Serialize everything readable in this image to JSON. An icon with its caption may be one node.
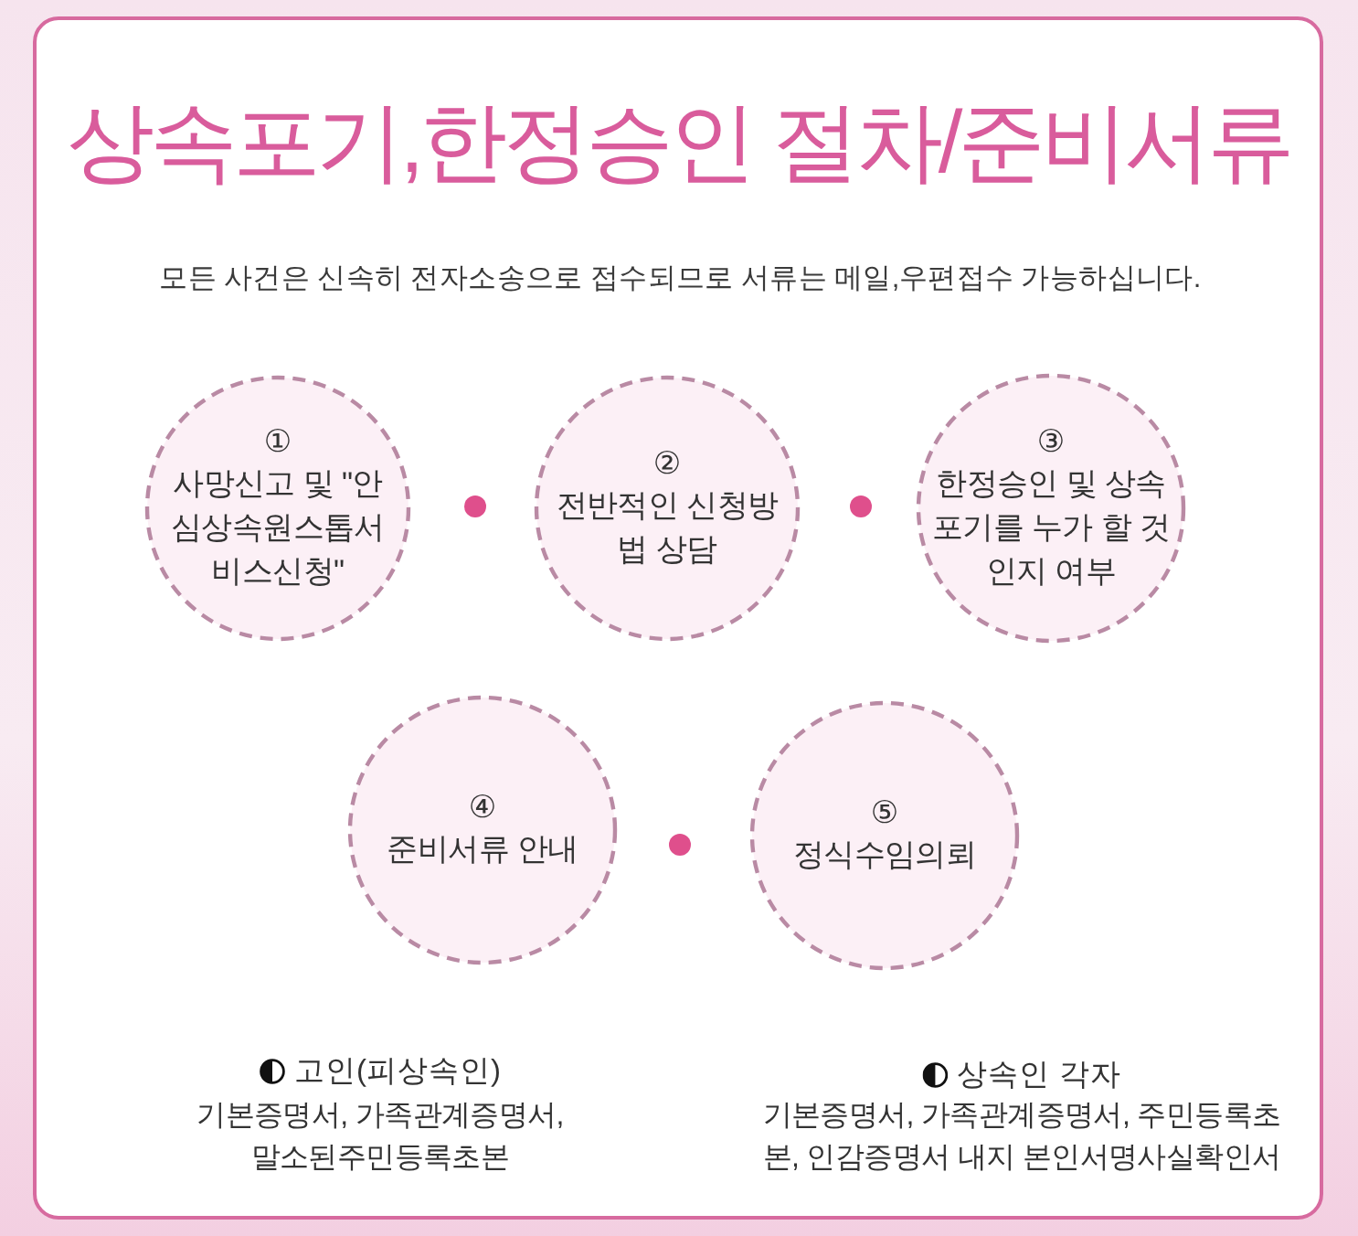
{
  "diagram": {
    "title": "상속포기,한정승인 절차/준비서류",
    "nodes": [
      {
        "text": [
          "①",
          "사망신고 및 \"안심상속원스톱서비스신청\""
        ]
      },
      {
        "text": [
          "②",
          "전반적인 신청방법 상담"
        ]
      },
      {
        "text": [
          "③",
          "한정승인 및 상속포기를 누가 할 것인지 여부"
        ]
      },
      {
        "text": [
          "④",
          "준비서류 안내"
        ]
      },
      {
        "text": [
          "⑤",
          "정식수임의뢰"
        ]
      }
    ],
    "labels": [
      "모든 사건은 신속히 전자소송으로 접수되므로 서류는 메일,우편접수 가능하십니다.",
      "고인(피상속인)",
      "기본증명서, 가족관계증명서, 말소된주민등록초본",
      "상속인 각자",
      "기본증명서, 가족관계증명서, 주민등록초본, 인감증명서 내지 본인서명사실확인서"
    ]
  }
}
